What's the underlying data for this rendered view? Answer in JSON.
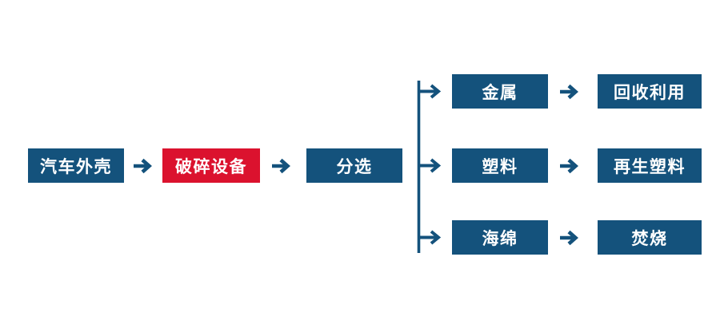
{
  "colors": {
    "primary_blue": "#14527C",
    "highlight_red": "#DB122E",
    "text_white": "#FFFFFF",
    "background": "#FFFFFF"
  },
  "icons": {
    "flow_arrow_glyph": "→",
    "branch_connector": "three-way-fork"
  },
  "flowchart": {
    "type": "process-flow",
    "direction": "left-to-right",
    "nodes": {
      "car_shell": {
        "label": "汽车外壳",
        "color": "blue"
      },
      "crusher": {
        "label": "破碎设备",
        "color": "red"
      },
      "sorting": {
        "label": "分选",
        "color": "blue"
      },
      "metal": {
        "label": "金属",
        "color": "blue"
      },
      "recycle": {
        "label": "回收利用",
        "color": "blue"
      },
      "plastic": {
        "label": "塑料",
        "color": "blue"
      },
      "recycled_plastic": {
        "label": "再生塑料",
        "color": "blue"
      },
      "sponge": {
        "label": "海绵",
        "color": "blue"
      },
      "incineration": {
        "label": "焚烧",
        "color": "blue"
      }
    },
    "edges": [
      {
        "from": "汽车外壳",
        "to": "破碎设备"
      },
      {
        "from": "破碎设备",
        "to": "分选"
      },
      {
        "from": "分选",
        "to": "金属"
      },
      {
        "from": "分选",
        "to": "塑料"
      },
      {
        "from": "分选",
        "to": "海绵"
      },
      {
        "from": "金属",
        "to": "回收利用"
      },
      {
        "from": "塑料",
        "to": "再生塑料"
      },
      {
        "from": "海绵",
        "to": "焚烧"
      }
    ]
  }
}
